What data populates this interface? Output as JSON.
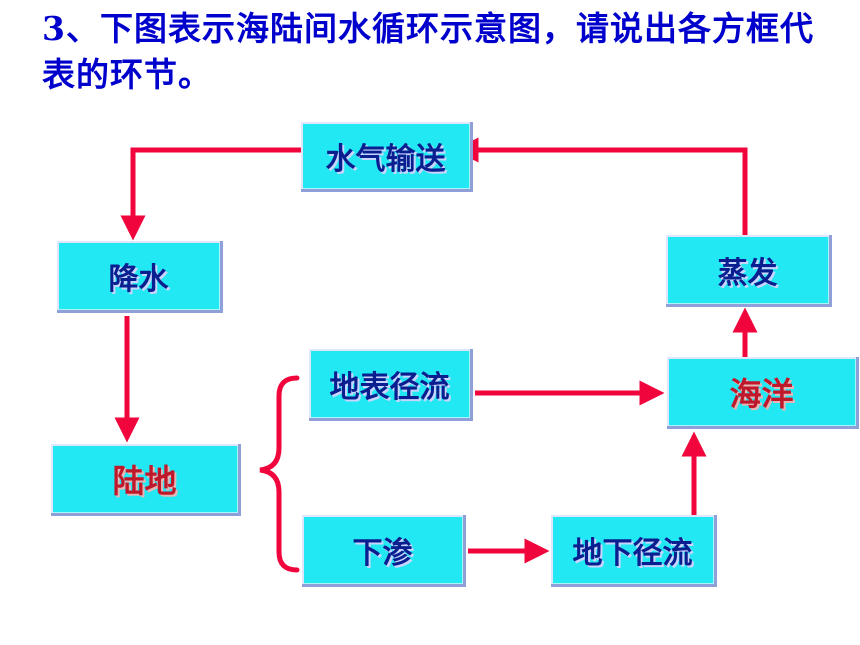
{
  "question": {
    "number": "3",
    "text": "、下图表示海陆间水循环示意图，请说出各方框代表的环节。"
  },
  "boxes": {
    "shuiqi_shusong": "水气输送",
    "jiangshui": "降水",
    "zhengfa": "蒸发",
    "haiyang": "海洋",
    "dibiao_jingliu": "地表径流",
    "ludi": "陆地",
    "xiashen": "下渗",
    "dixia_jingliu": "地下径流"
  },
  "colors": {
    "arrow": "#f0053d",
    "box_fill": "#22e8f4",
    "box_text": "#0a1f8f",
    "highlight_text": "#c0182b",
    "title_text": "#0000cc"
  }
}
